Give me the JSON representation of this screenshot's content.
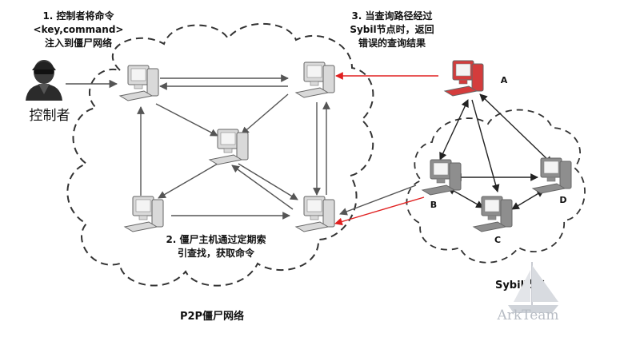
{
  "texts": {
    "step1": [
      "1. 控制者将命令",
      "<key,command>",
      "注入到僵尸网络"
    ],
    "step2": [
      "2. 僵尸主机通过定期索",
      "引查找，获取命令"
    ],
    "step3": [
      "3. 当查询路径经过",
      "Sybil节点时，返回",
      "错误的查询结果"
    ],
    "controller": "控制者",
    "p2p_network": "P2P僵尸网络",
    "sybil_nodes": "Sybil节点",
    "node_a": "A",
    "node_b": "B",
    "node_c": "C",
    "node_d": "D",
    "watermark": "ArkTeam"
  },
  "colors": {
    "arrow": "#555555",
    "attack_arrow": "#e02020",
    "compromised_node": "#d43c3c",
    "sybil_node": "#8e8e8e",
    "p2p_node": "#d9d9d9"
  },
  "icons": {
    "controller": "hacker-icon",
    "node": "computer-icon"
  }
}
